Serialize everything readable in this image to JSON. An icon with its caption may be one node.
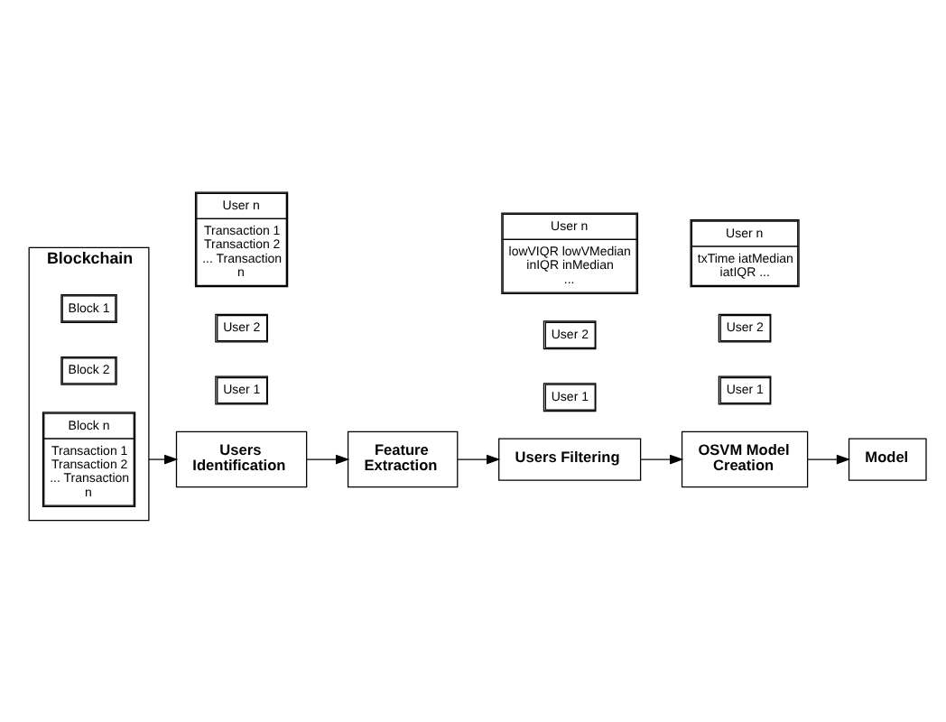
{
  "diagram": {
    "nodes": [
      {
        "text": [
          "Blockchain"
        ]
      },
      {
        "text": [
          "Block 1"
        ],
        "in": 0
      },
      {
        "text": [
          "Block 2"
        ],
        "in": 0
      },
      {
        "text": [
          "Block n",
          "Transaction 1 Transaction 2 ... Transaction n"
        ],
        "in": 0
      },
      {
        "text": [
          "Users Identification"
        ]
      },
      {
        "text": [
          "User 1"
        ]
      },
      {
        "text": [
          "User 2"
        ]
      },
      {
        "text": [
          "User n",
          "Transaction 1 Transaction 2 ... Transaction n"
        ]
      },
      {
        "text": [
          "Feature Extraction"
        ]
      },
      {
        "text": [
          "User 1"
        ]
      },
      {
        "text": [
          "User 2"
        ]
      },
      {
        "text": [
          "User n",
          "lowVIQR lowVMedian inIQR inMedian ..."
        ]
      },
      {
        "text": [
          "Users Filtering"
        ]
      },
      {
        "text": [
          "OSVM Model Creation"
        ]
      },
      {
        "text": [
          "User 1"
        ]
      },
      {
        "text": [
          "User 2"
        ]
      },
      {
        "text": [
          "User n",
          "txTime iatMedian iatIQR ..."
        ]
      },
      {
        "text": [
          "Model"
        ]
      }
    ],
    "edges": [
      {
        "from": 0,
        "to": 4,
        "arrow": "to"
      },
      {
        "from": 4,
        "to": 8,
        "arrow": "to"
      },
      {
        "from": 8,
        "to": 12,
        "arrow": "to"
      },
      {
        "from": 12,
        "to": 13,
        "arrow": "to"
      },
      {
        "from": 13,
        "to": 17,
        "arrow": "to"
      }
    ]
  }
}
